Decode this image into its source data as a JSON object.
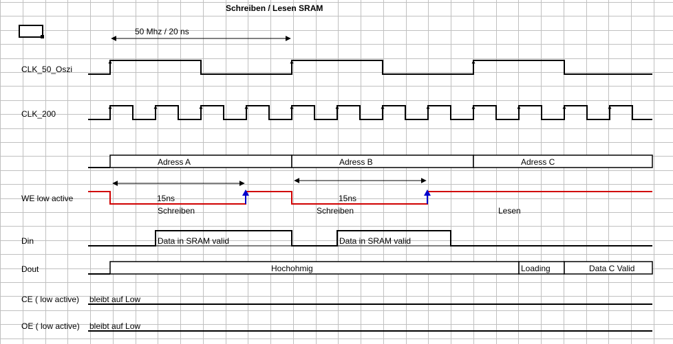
{
  "title": "Schreiben / Lesen SRAM",
  "period_annotation": "50 Mhz /    20 ns",
  "colors": {
    "grid": "#c0c0c0",
    "signal": "#000000",
    "we_line": "#d00000",
    "we_edge": "#0000cc"
  },
  "signals": {
    "clk50": {
      "label": "CLK_50_Oszi"
    },
    "clk200": {
      "label": "CLK_200"
    },
    "address": {
      "segments": [
        "Adress A",
        "Adress B",
        "Adress C"
      ]
    },
    "we": {
      "label": "WE low active",
      "pulses": [
        {
          "width": "15ns",
          "phase": "Schreiben"
        },
        {
          "width": "15ns",
          "phase": "Schreiben"
        }
      ],
      "read_phase": "Lesen"
    },
    "din": {
      "label": "Din",
      "windows": [
        "Data in SRAM valid",
        "Data in SRAM valid"
      ]
    },
    "dout": {
      "label": "Dout",
      "segments": [
        "Hochohmig",
        "Loading",
        "Data C Valid"
      ]
    },
    "ce": {
      "label": "CE ( low active)",
      "note": "bleibt auf Low"
    },
    "oe": {
      "label": "OE ( low active)",
      "note": "bleibt auf Low"
    }
  }
}
